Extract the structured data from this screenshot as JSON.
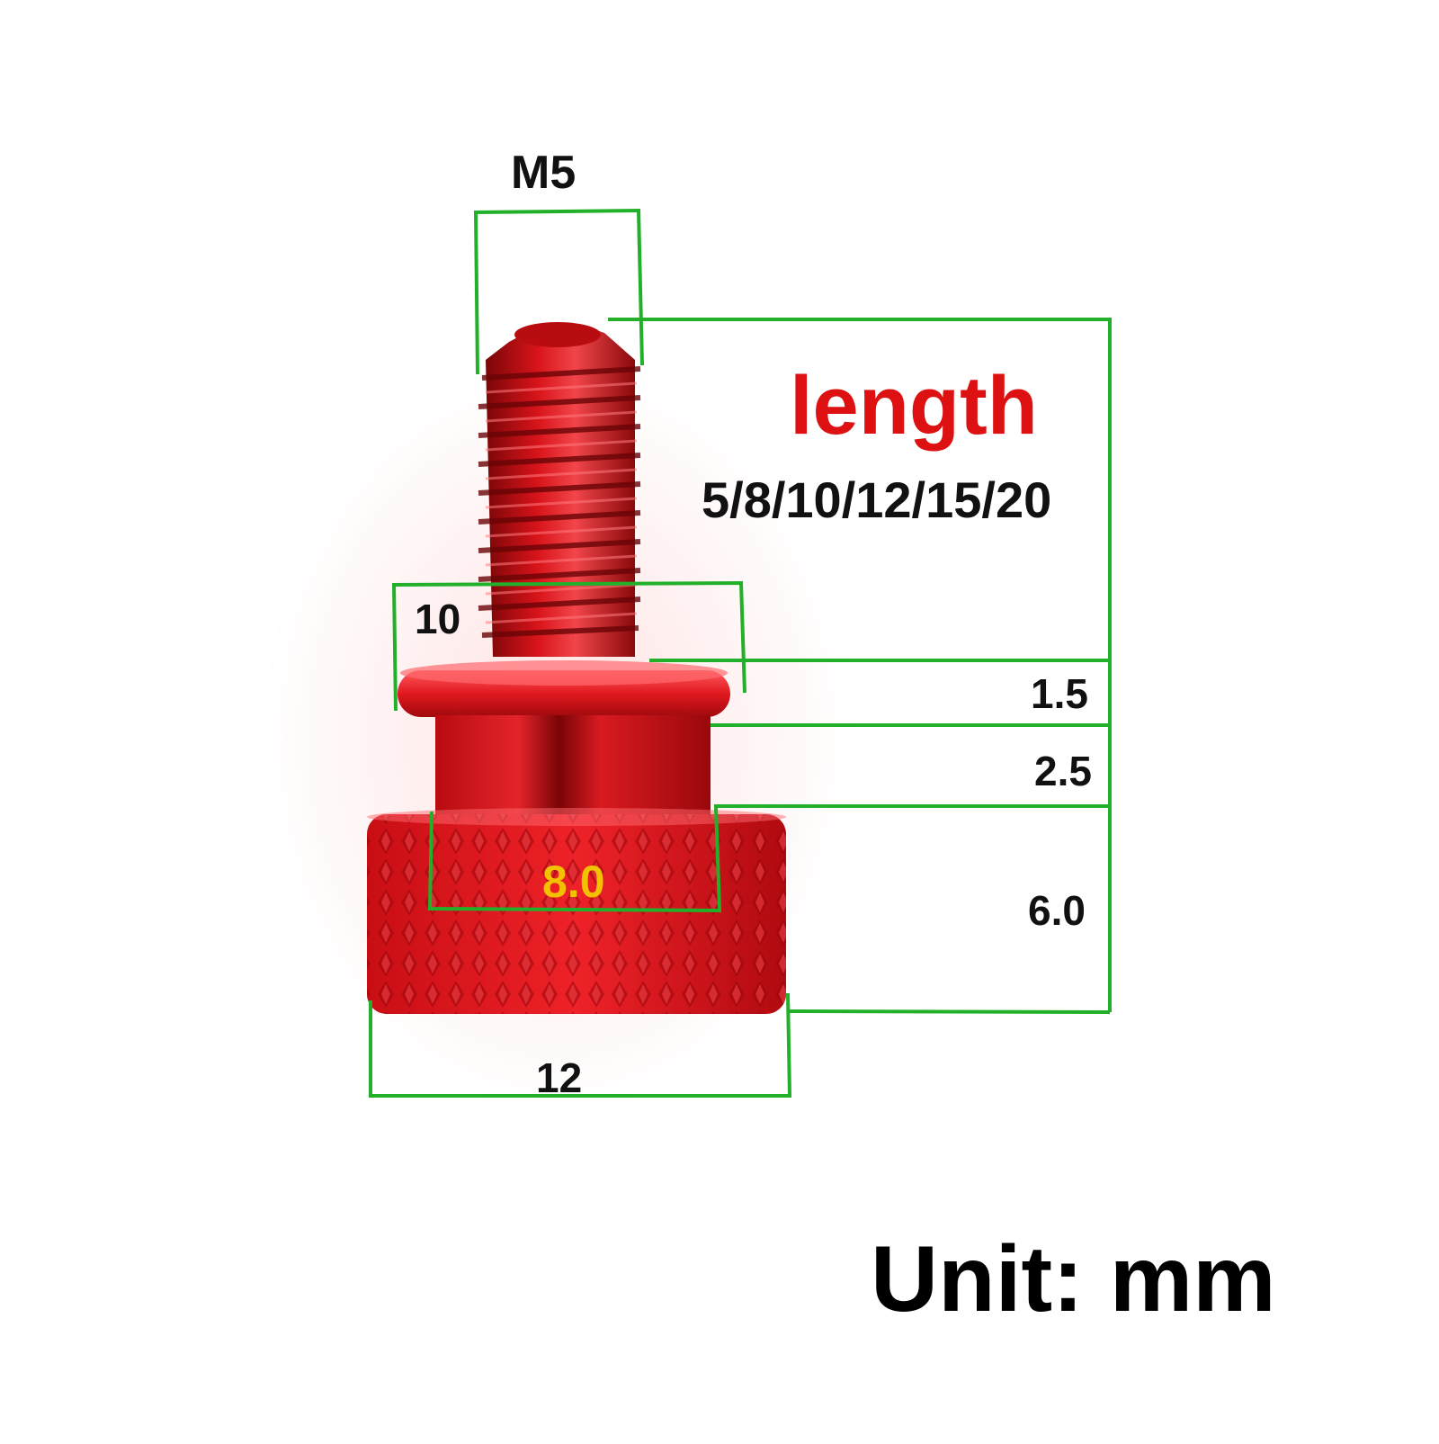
{
  "thread": {
    "label": "M5"
  },
  "length": {
    "title": "length",
    "values": "5/8/10/12/15/20"
  },
  "dimensions": {
    "flange_diameter": "10",
    "flange_height": "1.5",
    "neck_height": "2.5",
    "neck_diameter": "8.0",
    "knurl_height": "6.0",
    "head_diameter": "12"
  },
  "unit": "Unit: mm",
  "colors": {
    "screw": "#d8141a",
    "dimension_lines": "#22b02a",
    "length_title": "#dd1111",
    "neck_diameter_text": "#f2c200"
  }
}
